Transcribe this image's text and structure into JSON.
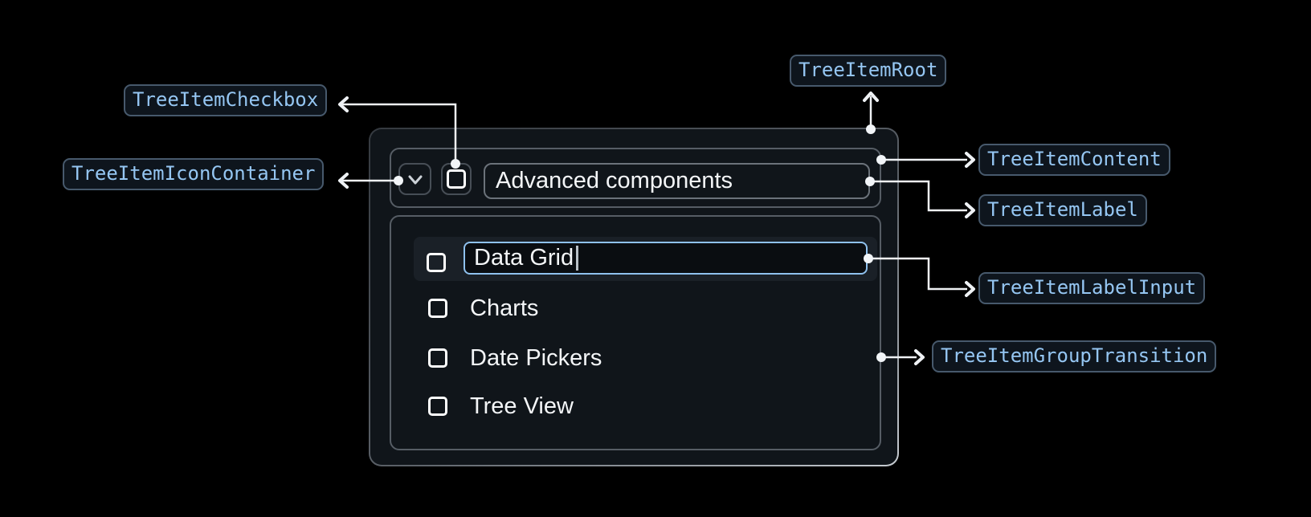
{
  "diagram": {
    "badges": {
      "checkbox": {
        "label": "TreeItemCheckbox"
      },
      "icon_container": {
        "label": "TreeItemIconContainer"
      },
      "root": {
        "label": "TreeItemRoot"
      },
      "content": {
        "label": "TreeItemContent"
      },
      "label": {
        "label": "TreeItemLabel"
      },
      "label_input": {
        "label": "TreeItemLabelInput"
      },
      "group_transition": {
        "label": "TreeItemGroupTransition"
      }
    }
  },
  "tree": {
    "parent": {
      "label": "Advanced components",
      "expanded": true,
      "checked": false
    },
    "editing_item": {
      "input_value": "Data Grid",
      "checked": false,
      "focused": true
    },
    "items": [
      {
        "label": "Charts",
        "checked": false
      },
      {
        "label": "Date Pickers",
        "checked": false
      },
      {
        "label": "Tree View",
        "checked": false
      }
    ]
  },
  "icons": {
    "expand": "chevron-down-icon",
    "item_checkbox": "checkbox-unchecked-icon"
  },
  "colors": {
    "page_background": "#000000",
    "card_background": "#10151a",
    "box_border": "#565d65",
    "focus_accent": "#8fc1ee",
    "badge_background": "#0e151d",
    "badge_border": "#47596c",
    "badge_text": "#95c6f2",
    "connector": "#eef1f4",
    "text": "#f4f6f8",
    "row_highlight": "#1a2027"
  }
}
